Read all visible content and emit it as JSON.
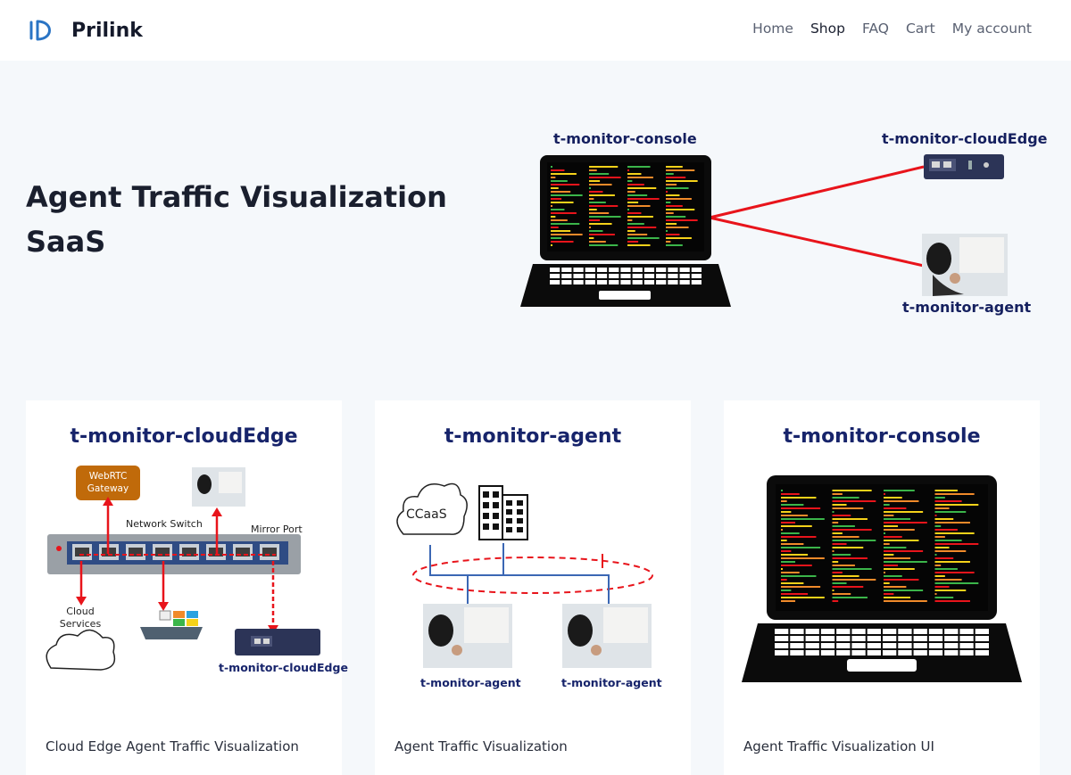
{
  "brand": {
    "name": "Prilink"
  },
  "nav": {
    "items": [
      {
        "label": "Home",
        "active": false
      },
      {
        "label": "Shop",
        "active": true
      },
      {
        "label": "FAQ",
        "active": false
      },
      {
        "label": "Cart",
        "active": false
      },
      {
        "label": "My account",
        "active": false
      }
    ]
  },
  "hero": {
    "title": "Agent Traffic Visualization SaaS",
    "figure": {
      "console_label": "t-monitor-console",
      "cloudedge_label": "t-monitor-cloudEdge",
      "agent_label": "t-monitor-agent"
    }
  },
  "cards": [
    {
      "heading": "t-monitor-cloudEdge",
      "caption": "Cloud Edge Agent Traffic Visualization",
      "diagram": {
        "gateway": "WebRTC Gateway",
        "switch_label": "Network Switch",
        "mirror_label": "Mirror Port",
        "cloud_label": "Cloud Services",
        "device_label": "t-monitor-cloudEdge"
      }
    },
    {
      "heading": "t-monitor-agent",
      "caption": "Agent Traffic Visualization",
      "diagram": {
        "ccaas": "CCaaS",
        "agent_a": "t-monitor-agent",
        "agent_b": "t-monitor-agent"
      }
    },
    {
      "heading": "t-monitor-console",
      "caption": "Agent Traffic Visualization UI"
    }
  ],
  "colors": {
    "link_line": "#e8141b",
    "label_navy": "#15205f",
    "gateway_orange": "#c06a0a",
    "brand_blue": "#2a74c4"
  }
}
